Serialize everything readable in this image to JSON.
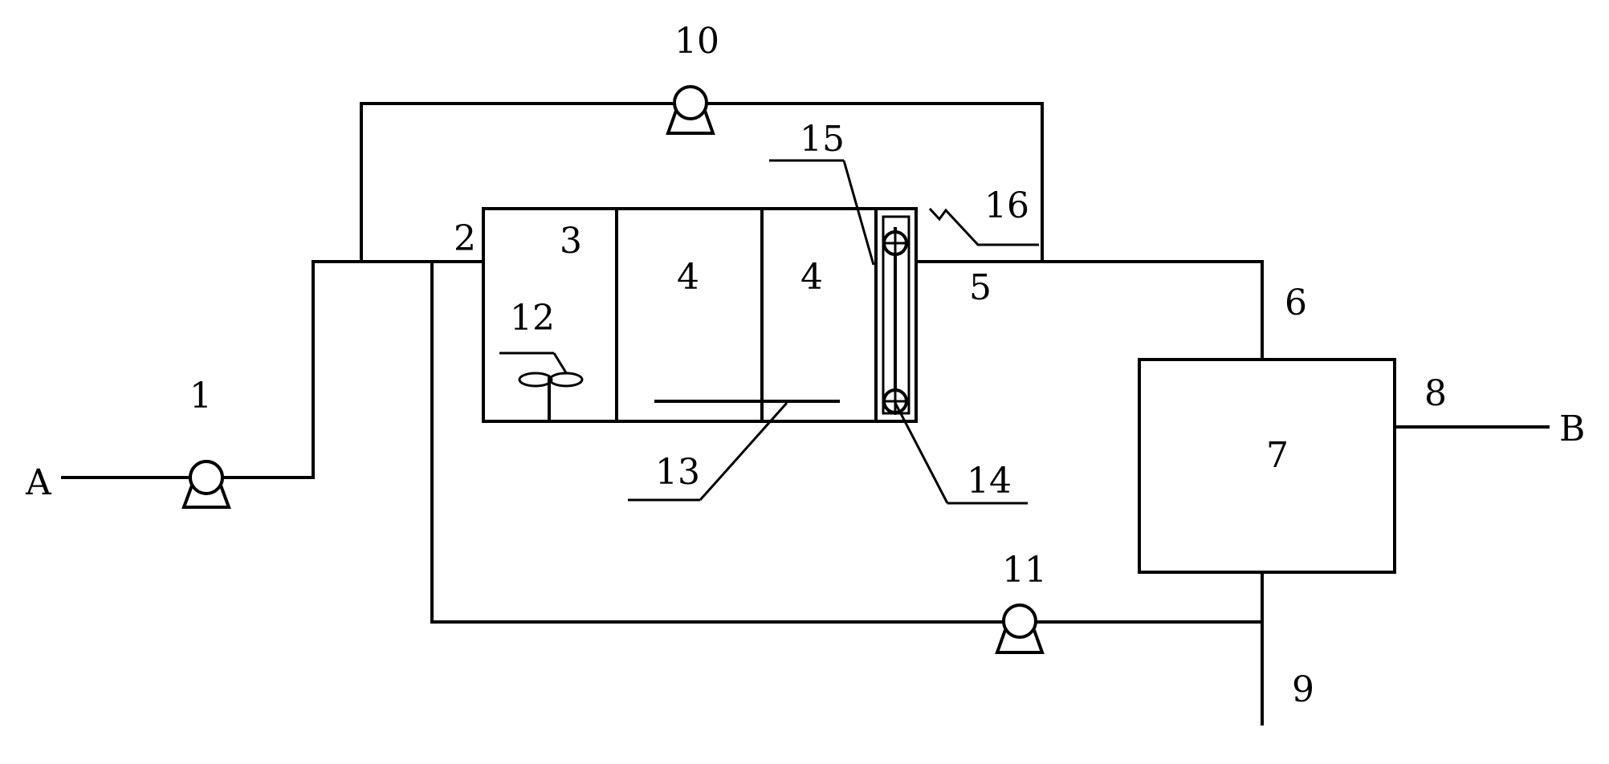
{
  "labels": {
    "inlet": "A",
    "outlet": "B",
    "n1": "1",
    "n2": "2",
    "n3": "3",
    "n4a": "4",
    "n4b": "4",
    "n5": "5",
    "n6": "6",
    "n7": "7",
    "n8": "8",
    "n9": "9",
    "n10": "10",
    "n11": "11",
    "n12": "12",
    "n13": "13",
    "n14": "14",
    "n15": "15",
    "n16": "16"
  },
  "colors": {
    "line": "#000000",
    "background": "#ffffff"
  }
}
